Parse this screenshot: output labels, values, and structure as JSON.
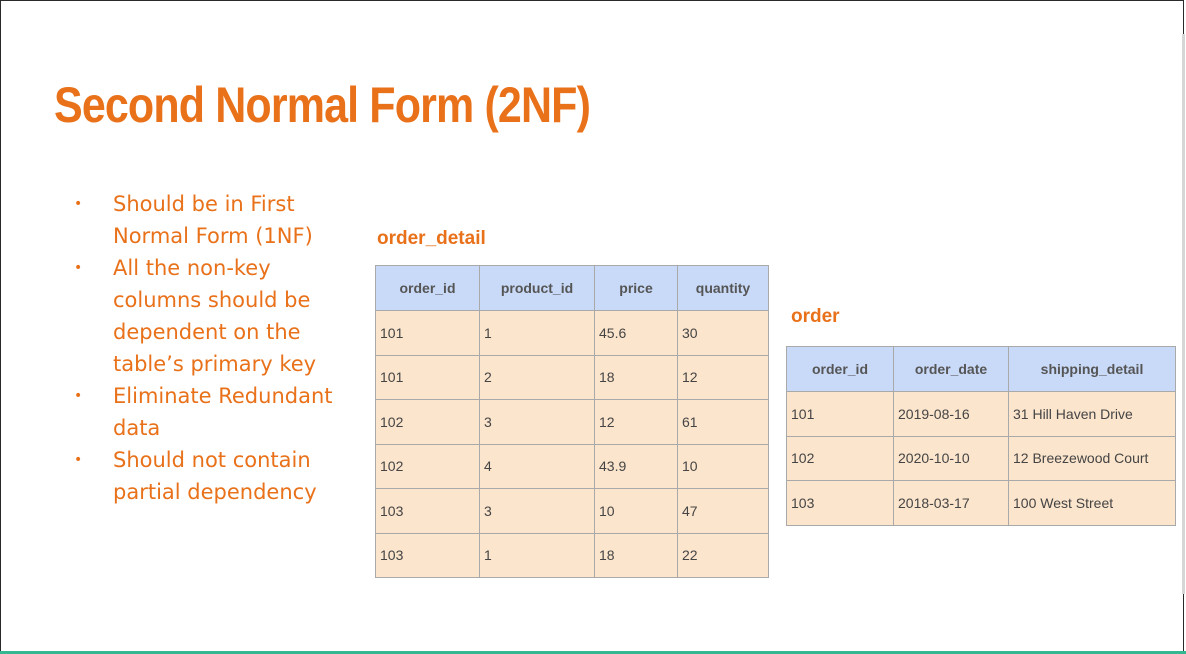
{
  "slide": {
    "title": "Second Normal Form (2NF)",
    "bullets": [
      "Should be in First Normal Form (1NF)",
      "All the non-key columns should be dependent on the table’s primary key",
      "Eliminate Redundant data",
      "Should not contain partial dependency"
    ]
  },
  "order_detail": {
    "caption": "order_detail",
    "headers": [
      "order_id",
      "product_id",
      "price",
      "quantity"
    ],
    "rows": [
      [
        "101",
        "1",
        "45.6",
        "30"
      ],
      [
        "101",
        "2",
        "18",
        "12"
      ],
      [
        "102",
        "3",
        "12",
        "61"
      ],
      [
        "102",
        "4",
        "43.9",
        "10"
      ],
      [
        "103",
        "3",
        "10",
        "47"
      ],
      [
        "103",
        "1",
        "18",
        "22"
      ]
    ]
  },
  "order": {
    "caption": "order",
    "headers": [
      "order_id",
      "order_date",
      "shipping_detail"
    ],
    "rows": [
      [
        "101",
        "2019-08-16",
        "31 Hill Haven Drive"
      ],
      [
        "102",
        "2020-10-10",
        "12 Breezewood Court"
      ],
      [
        "103",
        "2018-03-17",
        "100 West Street"
      ]
    ]
  },
  "colors": {
    "accent": "#e8711a",
    "header_fill": "#c9daf8",
    "cell_fill": "#fce5cd",
    "bottom_line": "#33b892"
  }
}
